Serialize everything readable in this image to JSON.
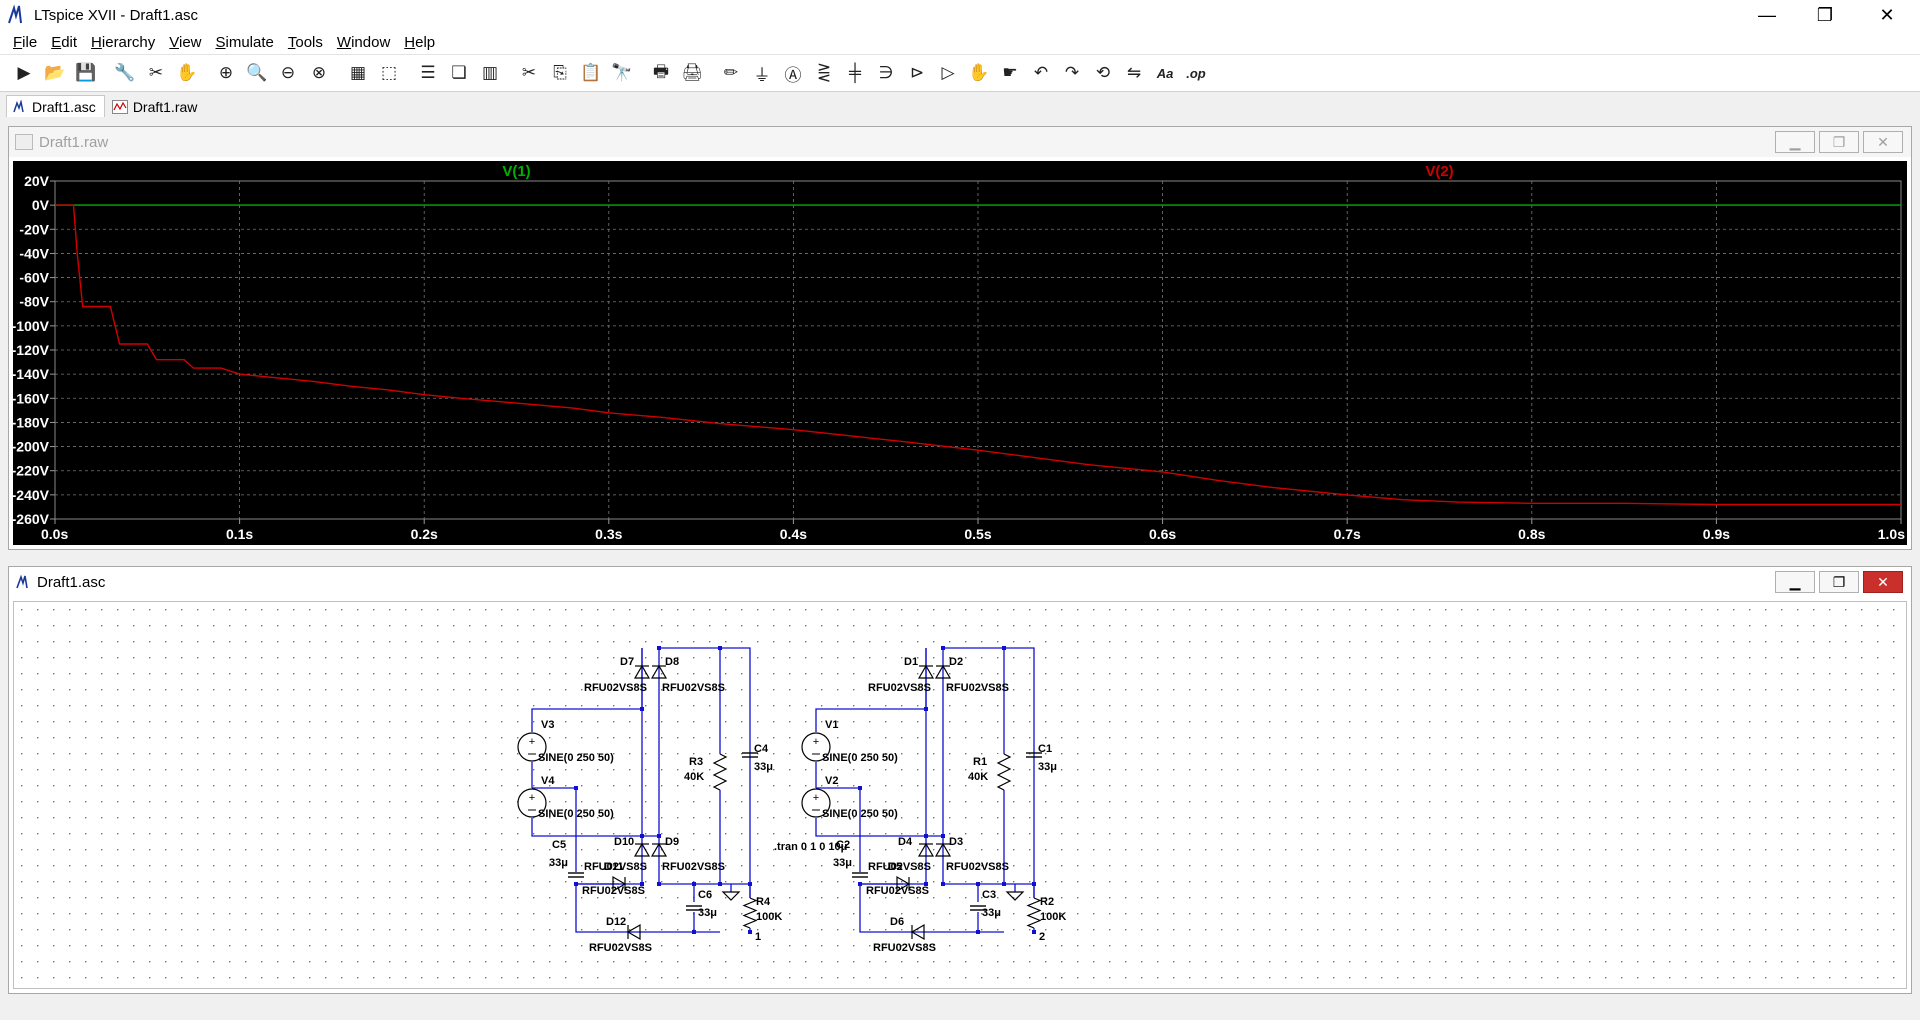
{
  "app": {
    "title": "LTspice XVII - Draft1.asc"
  },
  "window_controls": {
    "minimize": "—",
    "restore": "❐",
    "close": "✕"
  },
  "menu": [
    {
      "label": "File",
      "u": "F",
      "rest": "ile"
    },
    {
      "label": "Edit",
      "u": "E",
      "rest": "dit"
    },
    {
      "label": "Hierarchy",
      "u": "H",
      "rest": "ierarchy"
    },
    {
      "label": "View",
      "u": "V",
      "rest": "iew"
    },
    {
      "label": "Simulate",
      "u": "S",
      "rest": "imulate"
    },
    {
      "label": "Tools",
      "u": "T",
      "rest": "ools"
    },
    {
      "label": "Window",
      "u": "W",
      "rest": "indow"
    },
    {
      "label": "Help",
      "u": "H",
      "rest": "elp"
    }
  ],
  "toolbar": [
    {
      "name": "run-icon",
      "glyph": "▶"
    },
    {
      "name": "open-icon",
      "glyph": "📂"
    },
    {
      "name": "save-icon",
      "glyph": "💾"
    },
    {
      "sep": true
    },
    {
      "name": "control-panel-icon",
      "glyph": "🔧"
    },
    {
      "name": "halt-icon",
      "glyph": "✂"
    },
    {
      "name": "pan-icon",
      "glyph": "✋"
    },
    {
      "sep": true
    },
    {
      "name": "zoom-in-icon",
      "glyph": "⊕"
    },
    {
      "name": "zoom-area-icon",
      "glyph": "🔍"
    },
    {
      "name": "zoom-out-icon",
      "glyph": "⊖"
    },
    {
      "name": "zoom-fit-icon",
      "glyph": "⊗"
    },
    {
      "sep": true
    },
    {
      "name": "autorange-icon",
      "glyph": "▦"
    },
    {
      "name": "cancel-zoom-icon",
      "glyph": "⬚"
    },
    {
      "sep": true
    },
    {
      "name": "tile-horizontal-icon",
      "glyph": "☰"
    },
    {
      "name": "cascade-icon",
      "glyph": "❏"
    },
    {
      "name": "tile-vertical-icon",
      "glyph": "▥"
    },
    {
      "sep": true
    },
    {
      "name": "cut-icon",
      "glyph": "✂"
    },
    {
      "name": "copy-icon",
      "glyph": "⎘"
    },
    {
      "name": "paste-icon",
      "glyph": "📋"
    },
    {
      "name": "find-icon",
      "glyph": "🔭"
    },
    {
      "sep": true
    },
    {
      "name": "print-icon",
      "glyph": "🖶"
    },
    {
      "name": "print-preview-icon",
      "glyph": "🖨"
    },
    {
      "sep": true
    },
    {
      "name": "draw-wire-icon",
      "glyph": "✏"
    },
    {
      "name": "ground-icon",
      "glyph": "⏚"
    },
    {
      "name": "label-net-icon",
      "glyph": "Ⓐ"
    },
    {
      "name": "resistor-icon",
      "glyph": "⋛"
    },
    {
      "name": "capacitor-icon",
      "glyph": "╪"
    },
    {
      "name": "inductor-icon",
      "glyph": "∋"
    },
    {
      "name": "diode-icon",
      "glyph": "⊳"
    },
    {
      "name": "component-icon",
      "glyph": "▷"
    },
    {
      "name": "move-icon",
      "glyph": "✋"
    },
    {
      "name": "drag-icon",
      "glyph": "☛"
    },
    {
      "name": "undo-icon",
      "glyph": "↶"
    },
    {
      "name": "redo-icon",
      "glyph": "↷"
    },
    {
      "name": "rotate-icon",
      "glyph": "⟲"
    },
    {
      "name": "mirror-icon",
      "glyph": "⇋"
    },
    {
      "name": "text-icon",
      "glyph": "Aa"
    },
    {
      "name": "spice-directive-icon",
      "glyph": ".op"
    }
  ],
  "tabs": [
    {
      "label": "Draft1.asc",
      "icon": "schematic-icon",
      "active": true
    },
    {
      "label": "Draft1.raw",
      "icon": "waveform-icon",
      "active": false
    }
  ],
  "plot_window": {
    "title": "Draft1.raw"
  },
  "schematic_window": {
    "title": "Draft1.asc"
  },
  "chart_data": {
    "type": "line",
    "title": "",
    "xlabel": "",
    "ylabel": "",
    "xlim": [
      0,
      1.0
    ],
    "ylim": [
      -260,
      20
    ],
    "x_ticks": [
      "0.0s",
      "0.1s",
      "0.2s",
      "0.3s",
      "0.4s",
      "0.5s",
      "0.6s",
      "0.7s",
      "0.8s",
      "0.9s",
      "1.0s"
    ],
    "y_ticks": [
      "20V",
      "0V",
      "-20V",
      "-40V",
      "-60V",
      "-80V",
      "-100V",
      "-120V",
      "-140V",
      "-160V",
      "-180V",
      "-200V",
      "-220V",
      "-240V",
      "-260V"
    ],
    "grid": true,
    "background": "#000000",
    "series": [
      {
        "name": "V(1)",
        "color": "#00b000",
        "x": [
          0,
          1.0
        ],
        "y": [
          0,
          0
        ]
      },
      {
        "name": "V(2)",
        "color": "#d00000",
        "x": [
          0,
          0.01,
          0.012,
          0.015,
          0.03,
          0.035,
          0.05,
          0.055,
          0.07,
          0.075,
          0.09,
          0.1,
          0.12,
          0.14,
          0.16,
          0.18,
          0.2,
          0.22,
          0.25,
          0.28,
          0.3,
          0.33,
          0.36,
          0.4,
          0.43,
          0.46,
          0.5,
          0.53,
          0.56,
          0.6,
          0.63,
          0.66,
          0.7,
          0.73,
          0.76,
          0.8,
          0.85,
          0.9,
          0.95,
          1.0
        ],
        "y": [
          0,
          0,
          -40,
          -84,
          -84,
          -115,
          -115,
          -128,
          -128,
          -135,
          -135,
          -140,
          -143,
          -146,
          -150,
          -153,
          -157,
          -160,
          -164,
          -168,
          -172,
          -176,
          -181,
          -186,
          -191,
          -196,
          -203,
          -209,
          -215,
          -221,
          -228,
          -234,
          -240,
          -244,
          -246,
          -247,
          -247,
          -248,
          -248,
          -248
        ]
      }
    ]
  },
  "schematic": {
    "labels": {
      "D7": "D7",
      "D8": "D8",
      "D9": "D9",
      "D10": "D10",
      "D11": "D11",
      "D12": "D12",
      "D1": "D1",
      "D2": "D2",
      "D3": "D3",
      "D4": "D4",
      "D5": "D5",
      "D6": "D6",
      "V1": "V1",
      "V2": "V2",
      "V3": "V3",
      "V4": "V4",
      "C1": "C1",
      "C2": "C2",
      "C3": "C3",
      "C4": "C4",
      "C5": "C5",
      "C6": "C6",
      "R1": "R1",
      "R2": "R2",
      "R3": "R3",
      "R4": "R4",
      "diode_model": "RFU02VS8S",
      "sine": "SINE(0 250 50)",
      "cap_val": "33μ",
      "r40k": "40K",
      "r100k": "100K",
      "node1": "1",
      "node2": "2",
      "tran": ".tran 0 1 0 10μ"
    }
  }
}
